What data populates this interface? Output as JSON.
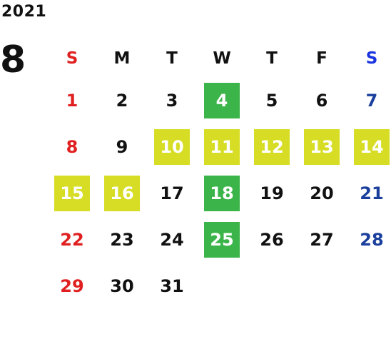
{
  "calendar": {
    "year": "2021",
    "month": "8",
    "weekdays": [
      "S",
      "M",
      "T",
      "W",
      "T",
      "F",
      "S"
    ],
    "weeks": [
      [
        "1",
        "2",
        "3",
        "4",
        "5",
        "6",
        "7"
      ],
      [
        "8",
        "9",
        "10",
        "11",
        "12",
        "13",
        "14"
      ],
      [
        "15",
        "16",
        "17",
        "18",
        "19",
        "20",
        "21"
      ],
      [
        "22",
        "23",
        "24",
        "25",
        "26",
        "27",
        "28"
      ],
      [
        "29",
        "30",
        "31",
        "",
        "",
        "",
        ""
      ]
    ],
    "highlight_green": [
      "4",
      "18",
      "25"
    ],
    "highlight_yellow": [
      "10",
      "11",
      "12",
      "13",
      "14",
      "15",
      "16"
    ]
  },
  "colors": {
    "sunday": "#e02020",
    "saturday": "#1a3f9c",
    "green_highlight": "#3bb54a",
    "yellow_highlight": "#d7dd25"
  }
}
